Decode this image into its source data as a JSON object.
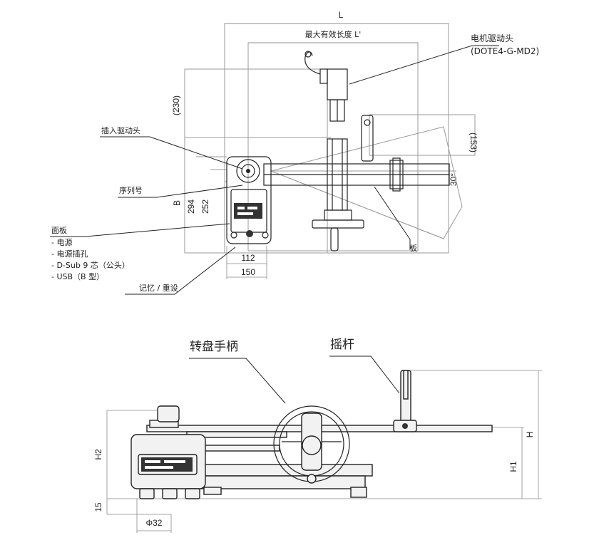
{
  "top_view": {
    "dimensions": {
      "L": "L",
      "L_prime": "最大有效长度 L'",
      "d230": "(230)",
      "d153": "(153)",
      "angle": "30°",
      "B": "B",
      "d294": "294",
      "d252": "252",
      "d112": "112",
      "d150": "150"
    },
    "labels": {
      "motor_drive_head": "电机驱动头",
      "motor_model": "(DOTE4-G-MD2)",
      "insert_drive_head": "插入驱动头",
      "serial_number": "序列号",
      "panel": "面板",
      "panel_items": [
        "- 电源",
        "- 电源插孔",
        "- D-Sub 9 芯（公头）",
        "- USB（B 型）"
      ],
      "board": "板",
      "memory_reset": "记忆 / 重设"
    }
  },
  "side_view": {
    "labels": {
      "turntable_handle": "转盘手柄",
      "rocker": "摇杆"
    },
    "dimensions": {
      "H": "H",
      "H1": "H1",
      "H2": "H2",
      "d15": "15",
      "phi32": "Φ32"
    }
  }
}
